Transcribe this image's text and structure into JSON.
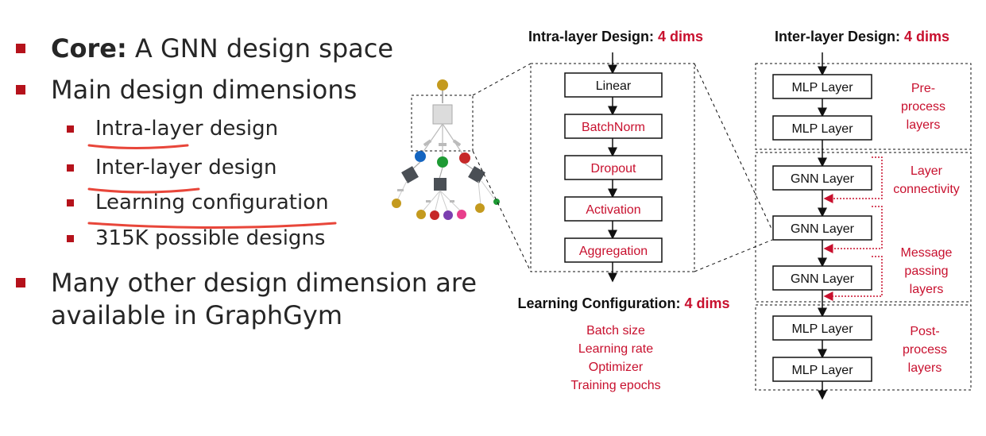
{
  "bullets": {
    "core_label": "Core:",
    "core_text": " A GNN design space",
    "main_dims": "Main design dimensions",
    "sub": [
      "Intra-layer design",
      "Inter-layer design",
      "Learning configuration",
      "315K possible designs"
    ],
    "other_line1": "Many other design dimension are",
    "other_line2": "available in GraphGym"
  },
  "intra": {
    "title": "Intra-layer Design: ",
    "dims": "4 dims",
    "steps": [
      "Linear",
      "BatchNorm",
      "Dropout",
      "Activation",
      "Aggregation"
    ]
  },
  "inter": {
    "title": "Inter-layer Design: ",
    "dims": "4 dims",
    "layers": [
      "MLP Layer",
      "MLP Layer",
      "GNN Layer",
      "GNN Layer",
      "GNN Layer",
      "MLP Layer",
      "MLP Layer"
    ],
    "notes": {
      "pre": [
        "Pre-",
        "process",
        "layers"
      ],
      "conn": [
        "Layer",
        "connectivity"
      ],
      "msg": [
        "Message",
        "passing",
        "layers"
      ],
      "post": [
        "Post-",
        "process",
        "layers"
      ]
    }
  },
  "learning": {
    "title": "Learning Configuration: ",
    "dims": "4 dims",
    "items": [
      "Batch size",
      "Learning rate",
      "Optimizer",
      "Training epochs"
    ]
  },
  "colors": {
    "accent_red": "#c8102e",
    "bullet_red": "#b5121b",
    "underline": "#e8463a",
    "node_gold": "#c49a1e",
    "node_blue": "#1565c0",
    "node_green": "#1e9a34",
    "node_red": "#c62828",
    "node_purple": "#7b3fb0",
    "node_pink": "#e83e8c",
    "node_gray": "#4a4f55"
  }
}
